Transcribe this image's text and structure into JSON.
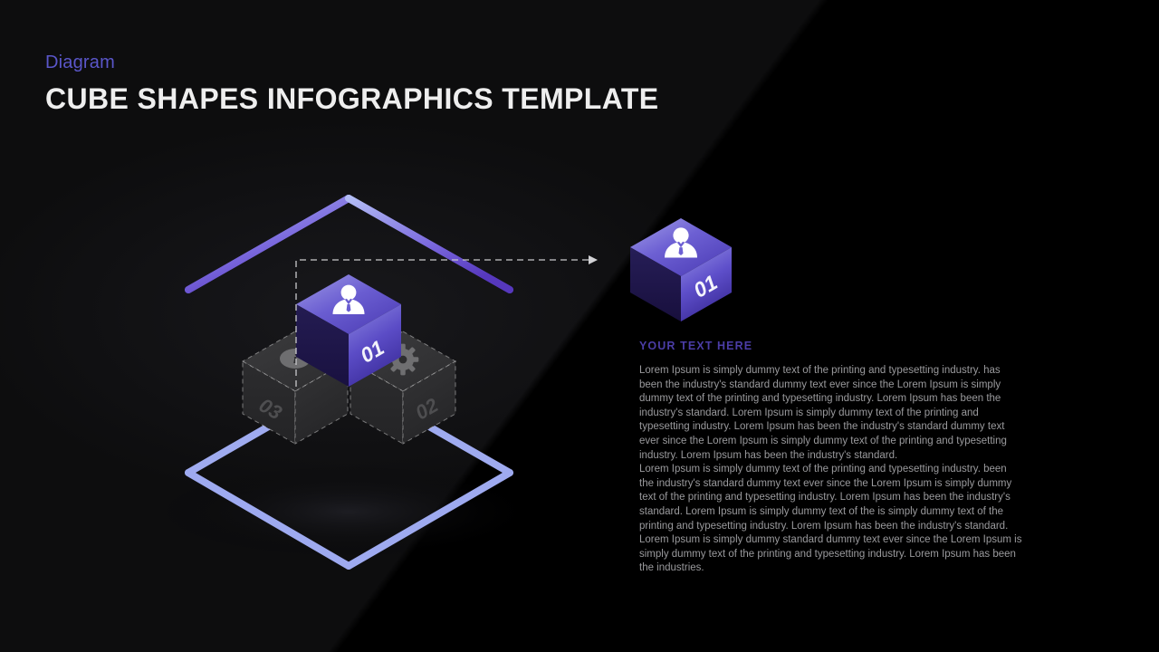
{
  "header": {
    "eyebrow": "Diagram",
    "title": "CUBE SHAPES INFOGRAPHICS TEMPLATE"
  },
  "colors": {
    "background": "#0d0d0e",
    "background_dark": "#000000",
    "eyebrow": "#5a56c9",
    "title": "#eeeeee",
    "accent_purple": "#5b3fc4",
    "accent_light": "#a9b4f0",
    "panel_heading": "#4b3da6",
    "body_text": "#9a9a9d",
    "inactive_cube": "#3a3a3c"
  },
  "wireframe": {
    "label": "outer-wireframe-cube",
    "edge_gradient_from": "#5b3fc4",
    "edge_gradient_to": "#aab6f2"
  },
  "cubes": [
    {
      "id": "01",
      "number": "01",
      "icon": "businessman-icon",
      "state": "active",
      "top_face_color": "#6b5fd0",
      "right_face_color": "#5a4fc8",
      "left_face_color": "#211a47"
    },
    {
      "id": "02",
      "number": "02",
      "icon": "gear-icon",
      "state": "inactive",
      "top_face_color": "#333335",
      "right_face_color": "#2a2a2c",
      "left_face_color": "#242426"
    },
    {
      "id": "03",
      "number": "03",
      "icon": "info-icon",
      "state": "inactive",
      "top_face_color": "#333335",
      "right_face_color": "#2a2a2c",
      "left_face_color": "#242426"
    }
  ],
  "callout": {
    "cube": {
      "id": "01",
      "number": "01",
      "icon": "businessman-icon"
    },
    "connector": "dashed-arrow-connector",
    "heading": "YOUR  TEXT  HERE",
    "paragraphs": [
      "Lorem Ipsum is simply dummy text of the printing and typesetting industry. has been the industry's standard dummy text ever since the Lorem Ipsum is simply dummy text of the printing and typesetting industry. Lorem Ipsum has been the industry's standard. Lorem Ipsum is simply dummy text of the printing and typesetting industry. Lorem Ipsum has been the industry's standard dummy text ever since the Lorem Ipsum is simply dummy text of the printing and typesetting industry. Lorem Ipsum has been the industry's standard.",
      "Lorem Ipsum is simply dummy text of the printing and typesetting industry. been the industry's standard dummy text ever since the Lorem Ipsum is simply dummy text of the printing and typesetting industry. Lorem Ipsum has been the industry's standard. Lorem Ipsum is simply dummy text of the is simply dummy text of the printing and typesetting industry. Lorem Ipsum has been the industry's standard. Lorem Ipsum is simply dummy standard dummy text ever since the Lorem Ipsum is simply dummy text of the printing and typesetting industry. Lorem Ipsum has been the industries."
    ]
  }
}
